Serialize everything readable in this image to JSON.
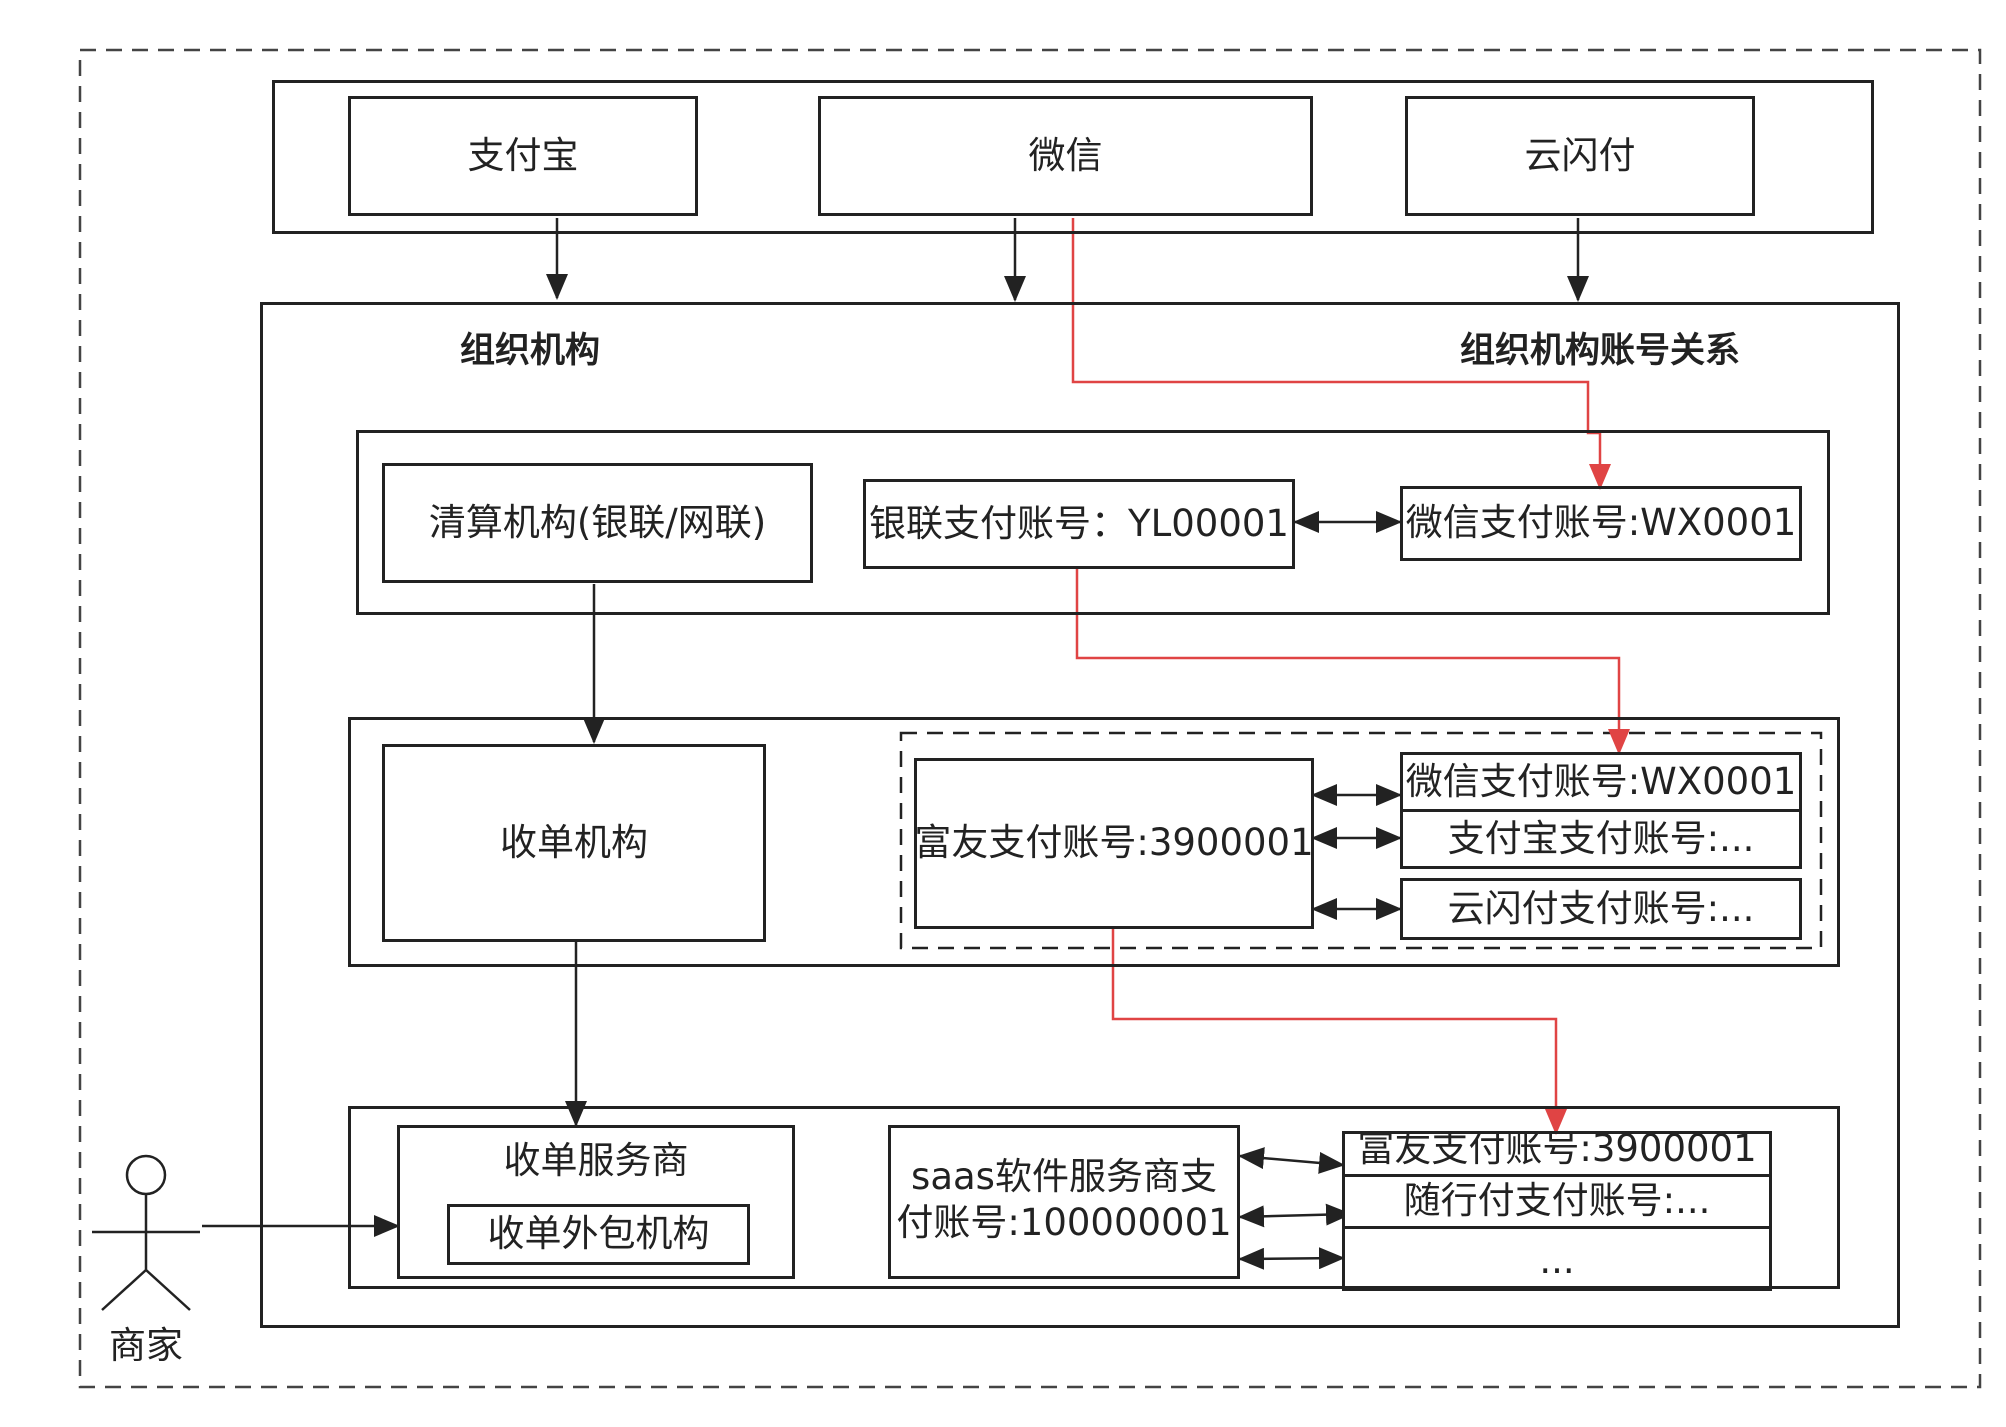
{
  "providers": {
    "alipay": "支付宝",
    "wechat": "微信",
    "unionpay_cloud": "云闪付"
  },
  "headings": {
    "org": "组织机构",
    "relation": "组织机构账号关系"
  },
  "clearing": {
    "label": "清算机构(银联/网联)",
    "unionpay_account": "银联支付账号：YL00001",
    "wechat_account": "微信支付账号:WX0001"
  },
  "acquirer": {
    "label": "收单机构",
    "fuyou_account": "富友支付账号:3900001",
    "wechat_account": "微信支付账号:WX0001",
    "alipay_account": "支付宝支付账号:...",
    "cloud_account": "云闪付支付账号:..."
  },
  "service": {
    "label": "收单服务商",
    "outsourcing": "收单外包机构",
    "saas_line1": "saas软件服务商支",
    "saas_line2": "付账号:100000001",
    "fuyou_account": "富友支付账号:3900001",
    "suixingfu_account": "随行付支付账号:...",
    "more": "..."
  },
  "merchant": {
    "label": "商家"
  },
  "colors": {
    "line": "#222222",
    "flow": "#e04444"
  }
}
